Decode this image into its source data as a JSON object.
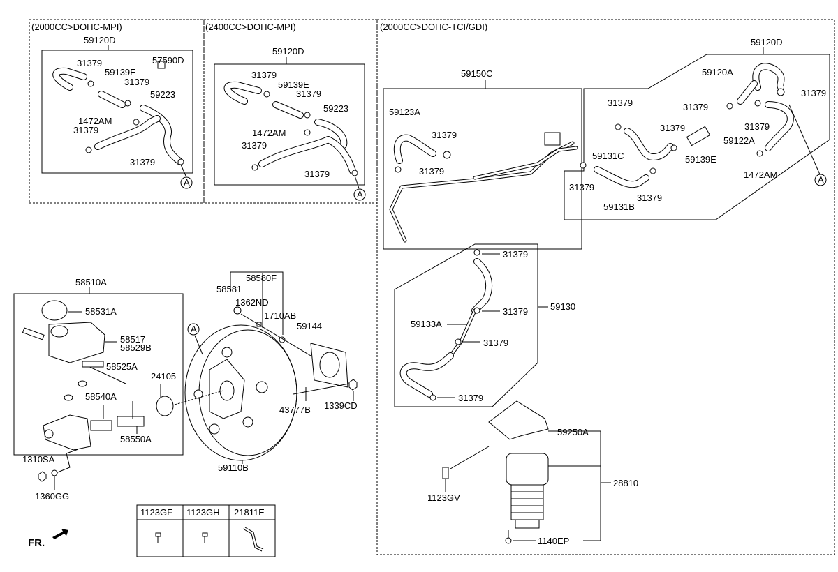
{
  "sections": {
    "s1": "(2000CC>DOHC-MPI)",
    "s2": "(2400CC>DOHC-MPI)",
    "s3": "(2000CC>DOHC-TCI/GDI)"
  },
  "panel1": {
    "labels": [
      "59120D",
      "31379",
      "59139E",
      "57590D",
      "31379",
      "59223",
      "1472AM",
      "31379",
      "31379"
    ],
    "ref": "A"
  },
  "panel2": {
    "labels": [
      "59120D",
      "31379",
      "59139E",
      "31379",
      "59223",
      "1472AM",
      "31379",
      "31379"
    ],
    "ref": "A"
  },
  "panel3": {
    "labels": [
      "59120D",
      "59150C",
      "59123A",
      "31379",
      "31379",
      "59120A",
      "31379",
      "31379",
      "31379",
      "31379",
      "31379",
      "59122A",
      "59131C",
      "59139E",
      "1472AM",
      "31379",
      "31379",
      "59131B"
    ],
    "ref": "A"
  },
  "vacuum": {
    "labels": [
      "31379",
      "59130",
      "31379",
      "59133A",
      "31379",
      "31379",
      "59250A",
      "28810",
      "1123GV",
      "1140EP"
    ]
  },
  "master": {
    "labels": [
      "58510A",
      "58531A",
      "58517",
      "58529B",
      "58525A",
      "24105",
      "58540A",
      "58550A",
      "1310SA",
      "1360GG"
    ]
  },
  "booster": {
    "labels": [
      "58580F",
      "58581",
      "1362ND",
      "1710AB",
      "59144",
      "43777B",
      "1339CD",
      "59110B"
    ],
    "ref": "A"
  },
  "fasteners_table": {
    "headers": [
      "1123GF",
      "1123GH",
      "21811E"
    ]
  },
  "front_marker": "FR."
}
